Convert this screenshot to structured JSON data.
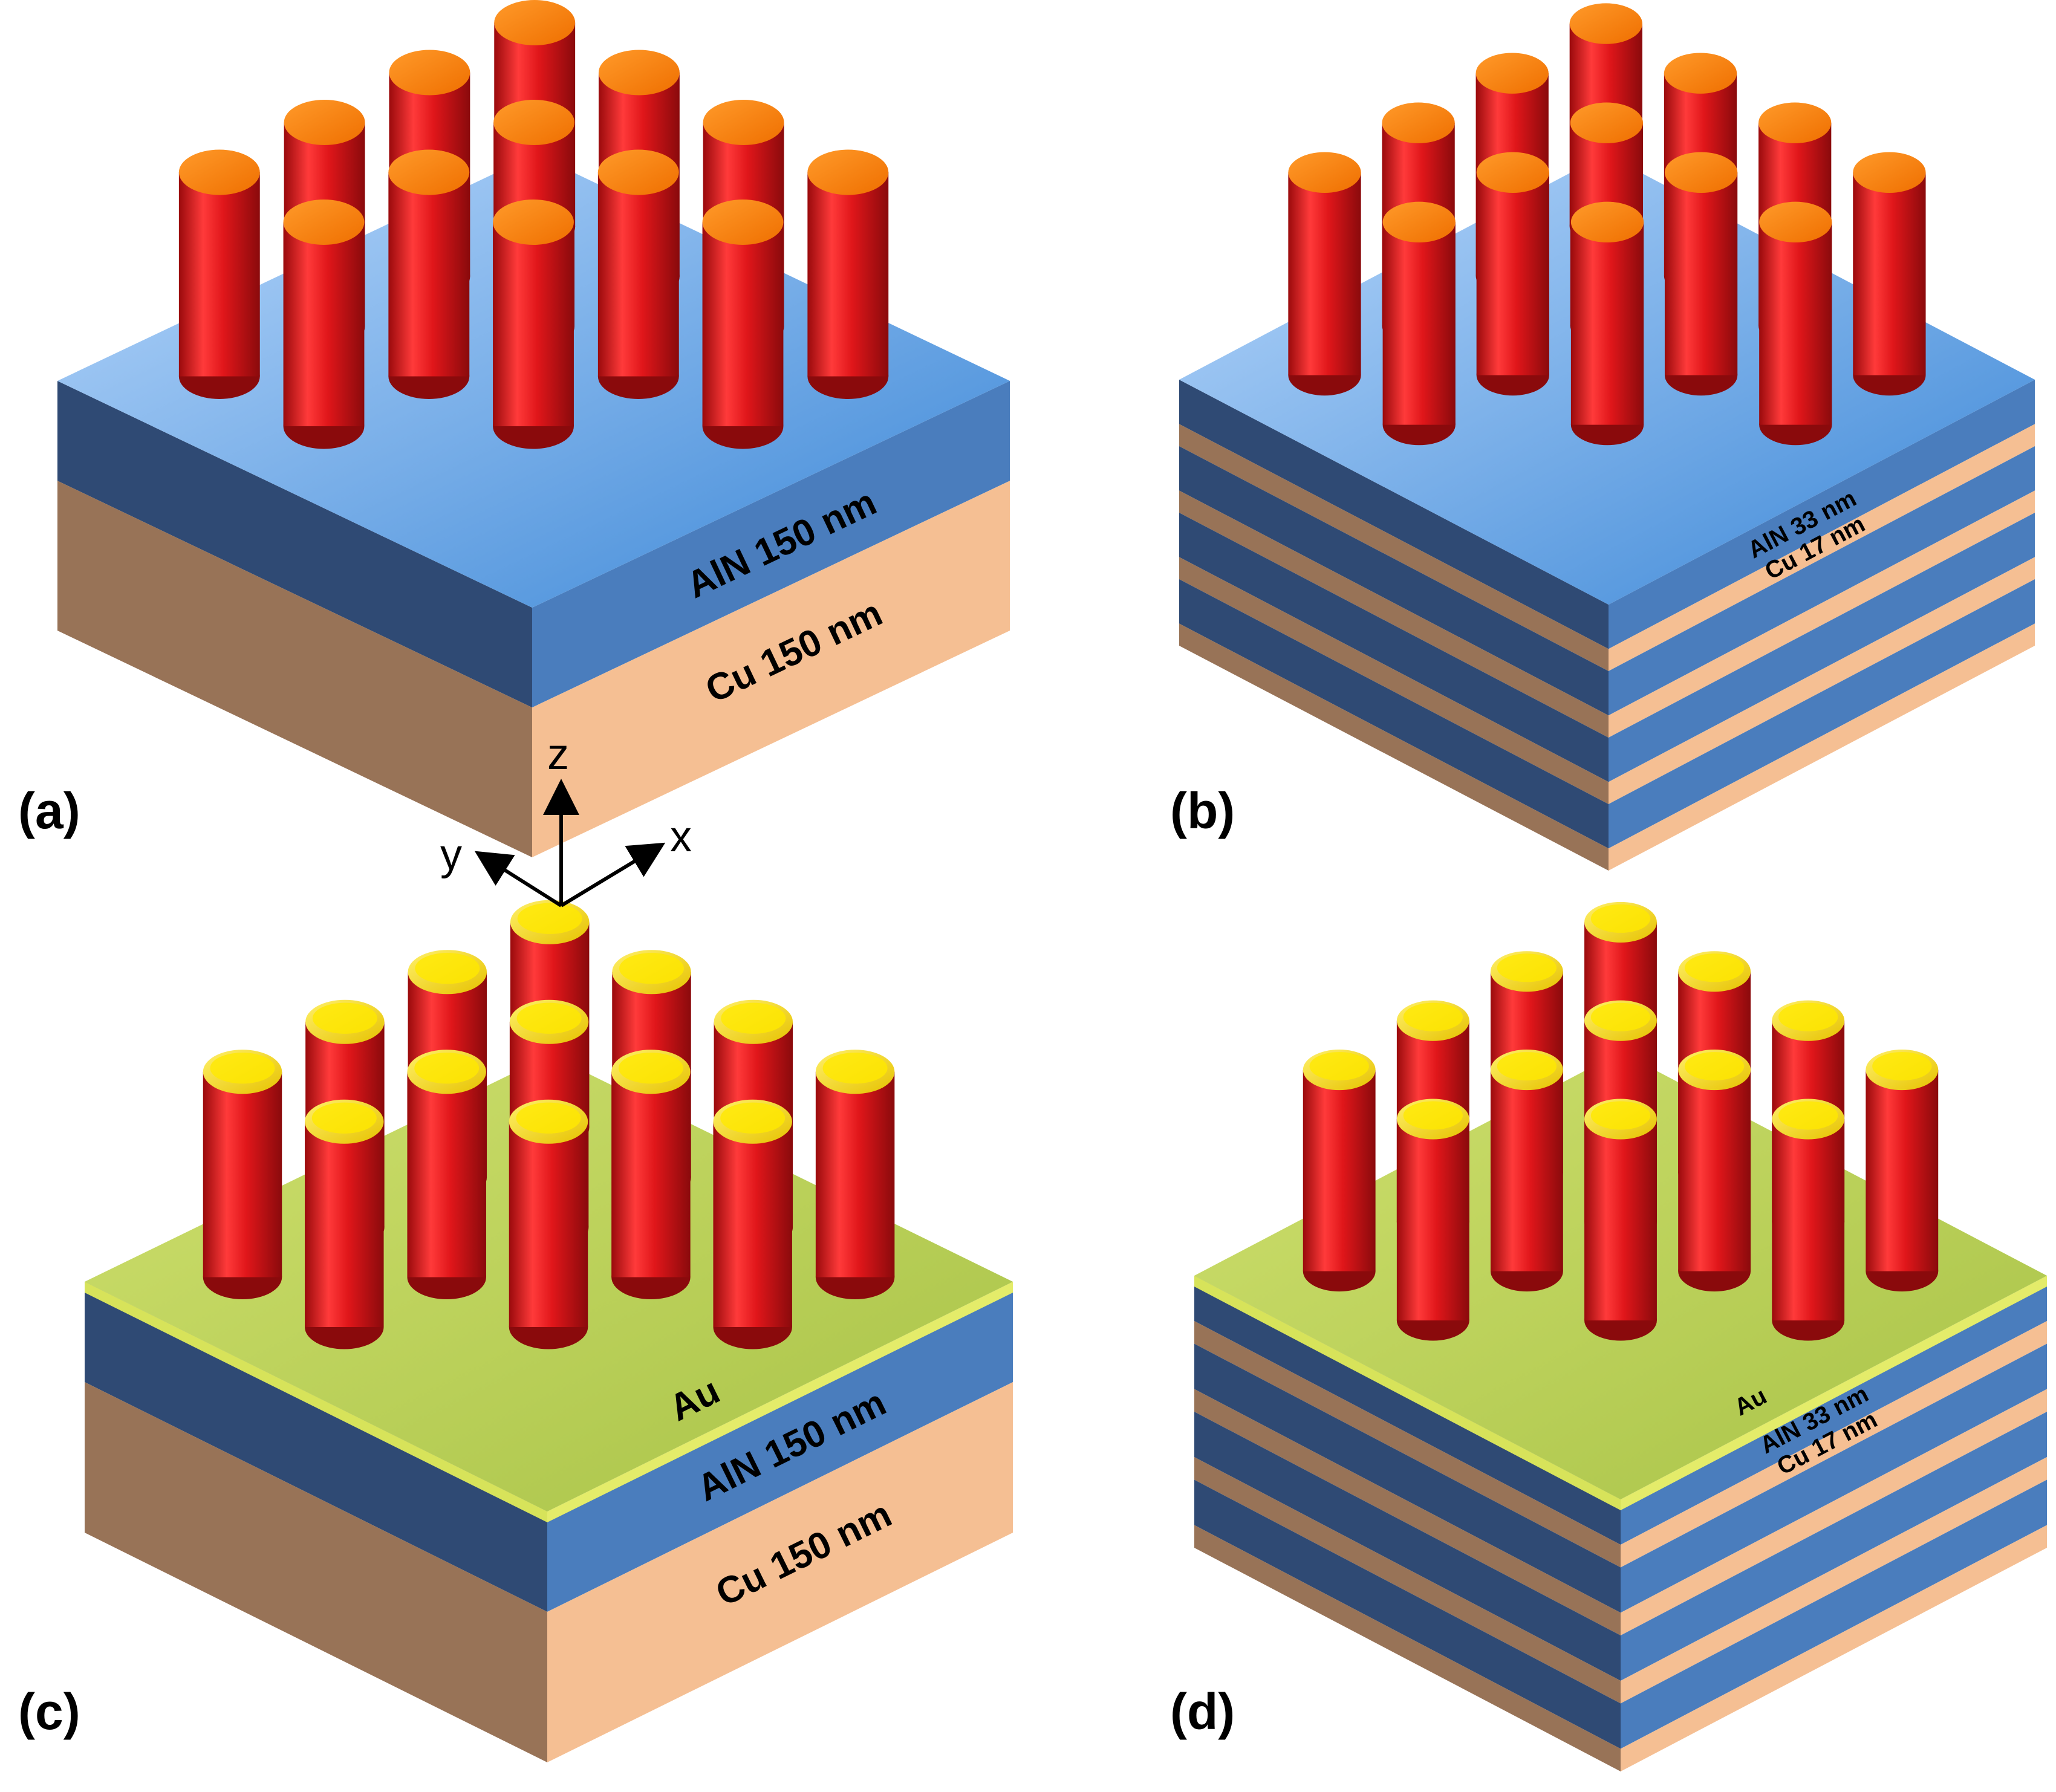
{
  "panels": [
    {
      "label": "(a)",
      "stack": "single",
      "gold": false,
      "layer_labels": {
        "aln": "AlN 150 nm",
        "cu": "Cu 150 nm"
      }
    },
    {
      "label": "(b)",
      "stack": "multilayer",
      "gold": false,
      "layer_labels": {
        "aln": "AlN 33 nm",
        "cu": "Cu 17 nm"
      }
    },
    {
      "label": "(c)",
      "stack": "single",
      "gold": true,
      "layer_labels": {
        "au": "Au",
        "aln": "AlN 150 nm",
        "cu": "Cu 150 nm"
      }
    },
    {
      "label": "(d)",
      "stack": "multilayer",
      "gold": true,
      "layer_labels": {
        "au": "Au",
        "aln": "AlN 33 nm",
        "cu": "Cu 17 nm"
      }
    }
  ],
  "axes": {
    "z": "z",
    "y": "y",
    "x": "x"
  },
  "colors": {
    "aln_top_light": "#a6ccf7",
    "aln_top_dark": "#3a86d6",
    "aln_front_left": "#2f4a74",
    "aln_front_right": "#4a7dbd",
    "cu_left": "#987357",
    "cu_right": "#f5bf93",
    "rod_red": "#e0161a",
    "rod_cap_orange": "#ff8206",
    "rod_cap_gold": "#f2d51a",
    "au_film": "#c3d55a"
  }
}
